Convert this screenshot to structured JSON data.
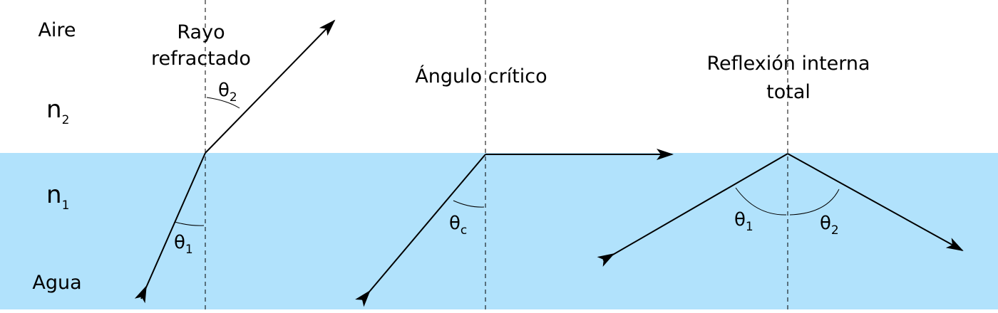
{
  "media": {
    "top_label": "Aire",
    "bottom_label": "Agua",
    "top_index": {
      "base": "n",
      "sub": "2"
    },
    "bottom_index": {
      "base": "n",
      "sub": "1"
    },
    "water_color": "#b1e2fc",
    "air_color": "#ffffff"
  },
  "panels": [
    {
      "title_lines": [
        "Rayo",
        "refractado"
      ],
      "angles": [
        {
          "base": "θ",
          "sub": "2"
        },
        {
          "base": "θ",
          "sub": "1"
        }
      ]
    },
    {
      "title_lines": [
        "Ángulo crítico"
      ],
      "angles": [
        {
          "base": "θ",
          "sub": "c"
        }
      ]
    },
    {
      "title_lines": [
        "Reflexión interna",
        "total"
      ],
      "angles": [
        {
          "base": "θ",
          "sub": "1"
        },
        {
          "base": "θ",
          "sub": "2"
        }
      ]
    }
  ]
}
